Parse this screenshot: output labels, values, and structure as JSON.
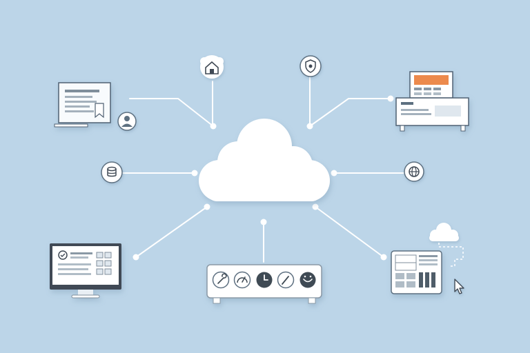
{
  "colors": {
    "background": "#bcd5e8",
    "cloud_fill": "#ffffff",
    "connector_line": "#ffffff",
    "device_fill": "#f7fafc",
    "device_stroke": "#5d6f80",
    "icon_dark": "#3f4a54",
    "accent_orange": "#ec8a4d"
  },
  "nodes": [
    {
      "name": "document-node",
      "icon": "document-with-bookmark-icon"
    },
    {
      "name": "user-node",
      "icon": "user-avatar-icon"
    },
    {
      "name": "house-node",
      "icon": "house-icon"
    },
    {
      "name": "shield-node",
      "icon": "shield-icon"
    },
    {
      "name": "dashboard-node",
      "icon": "dashboard-panel-icon"
    },
    {
      "name": "database-node",
      "icon": "database-icon"
    },
    {
      "name": "globe-node",
      "icon": "globe-icon"
    },
    {
      "name": "monitor-node",
      "icon": "desktop-monitor-icon"
    },
    {
      "name": "server-node",
      "icon": "server-rack-icon"
    },
    {
      "name": "tablet-node",
      "icon": "tablet-dashboard-icon"
    },
    {
      "name": "small-cloud-node",
      "icon": "cloud-icon"
    },
    {
      "name": "cursor-node",
      "icon": "mouse-cursor-icon"
    }
  ],
  "server_buttons": [
    {
      "icon": "wrench-icon"
    },
    {
      "icon": "gauge-icon"
    },
    {
      "icon": "clock-icon"
    },
    {
      "icon": "pen-icon"
    },
    {
      "icon": "smile-icon"
    }
  ]
}
